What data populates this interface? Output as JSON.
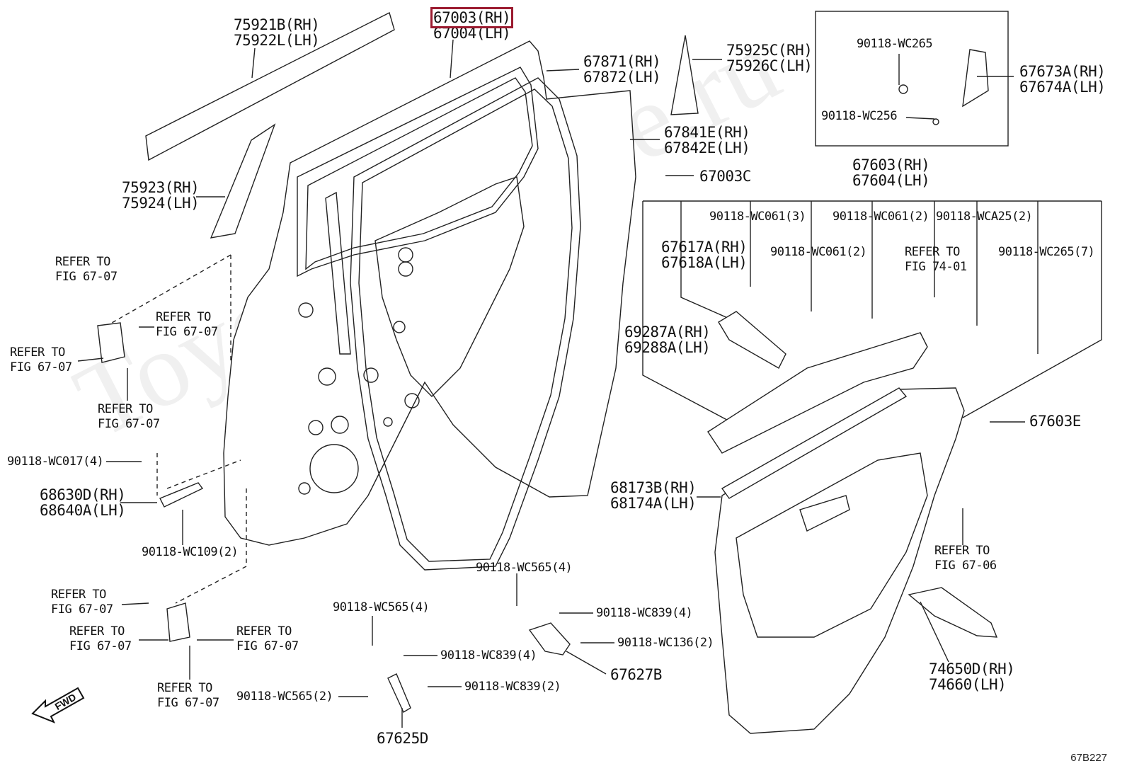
{
  "watermark": "ToyotaCarWire.ru",
  "diagram_id": "67B227",
  "fwd_label": "FWD",
  "highlight_color": "#9b1b30",
  "labels": {
    "door_panel": [
      "67003(RH)",
      "67004(LH)"
    ],
    "belt_moulding": [
      "75921B(RH)",
      "75922L(LH)"
    ],
    "window_sticker": [
      "75923(RH)",
      "75924(LH)"
    ],
    "weatherstrip": [
      "67871(RH)",
      "67872(LH)"
    ],
    "garnish": [
      "75925C(RH)",
      "75926C(LH)"
    ],
    "service_cover": [
      "67841E(RH)",
      "67842E(LH)"
    ],
    "plug": "67003C",
    "trim_assy": [
      "67603(RH)",
      "67604(LH)"
    ],
    "pull_handle": [
      "67673A(RH)",
      "67674A(LH)"
    ],
    "screw_wc265_top": "90118-WC265",
    "screw_wc256": "90118-WC256",
    "screw_wc061_3": "90118-WC061(3)",
    "screw_wc061_2a": "90118-WC061(2)",
    "screw_wc061_2b": "90118-WC061(2)",
    "screw_wca25": "90118-WCA25(2)",
    "screw_wc265_7": "90118-WC265(7)",
    "bracket": [
      "67617A(RH)",
      "67618A(LH)"
    ],
    "refer_74_01": [
      "REFER TO",
      "FIG 74-01"
    ],
    "armrest": [
      "69287A(RH)",
      "69288A(LH)"
    ],
    "clip_67603e": "67603E",
    "inner_weatherstrip": [
      "68173B(RH)",
      "68174A(LH)"
    ],
    "refer_67_06": [
      "REFER TO",
      "FIG 67-06"
    ],
    "lower_cover": [
      "74650D(RH)",
      "74660(LH)"
    ],
    "refer_a": [
      "REFER TO",
      "FIG 67-07"
    ],
    "refer_b": [
      "REFER TO",
      "FIG 67-07"
    ],
    "refer_c": [
      "REFER TO",
      "FIG 67-07"
    ],
    "refer_d": [
      "REFER TO",
      "FIG 67-07"
    ],
    "refer_e": [
      "REFER TO",
      "FIG 67-07"
    ],
    "refer_f": [
      "REFER TO",
      "FIG 67-07"
    ],
    "refer_g": [
      "REFER TO",
      "FIG 67-07"
    ],
    "refer_h": [
      "REFER TO",
      "FIG 67-07"
    ],
    "screw_wc017": "90118-WC017(4)",
    "check_assy": [
      "68630D(RH)",
      "68640A(LH)"
    ],
    "screw_wc109": "90118-WC109(2)",
    "screw_wc565_4a": "90118-WC565(4)",
    "screw_wc565_4b": "90118-WC565(4)",
    "screw_wc839_4a": "90118-WC839(4)",
    "screw_wc839_4b": "90118-WC839(4)",
    "screw_wc136": "90118-WC136(2)",
    "screw_wc839_2": "90118-WC839(2)",
    "screw_wc565_2": "90118-WC565(2)",
    "part_67627b": "67627B",
    "part_67625d": "67625D"
  }
}
